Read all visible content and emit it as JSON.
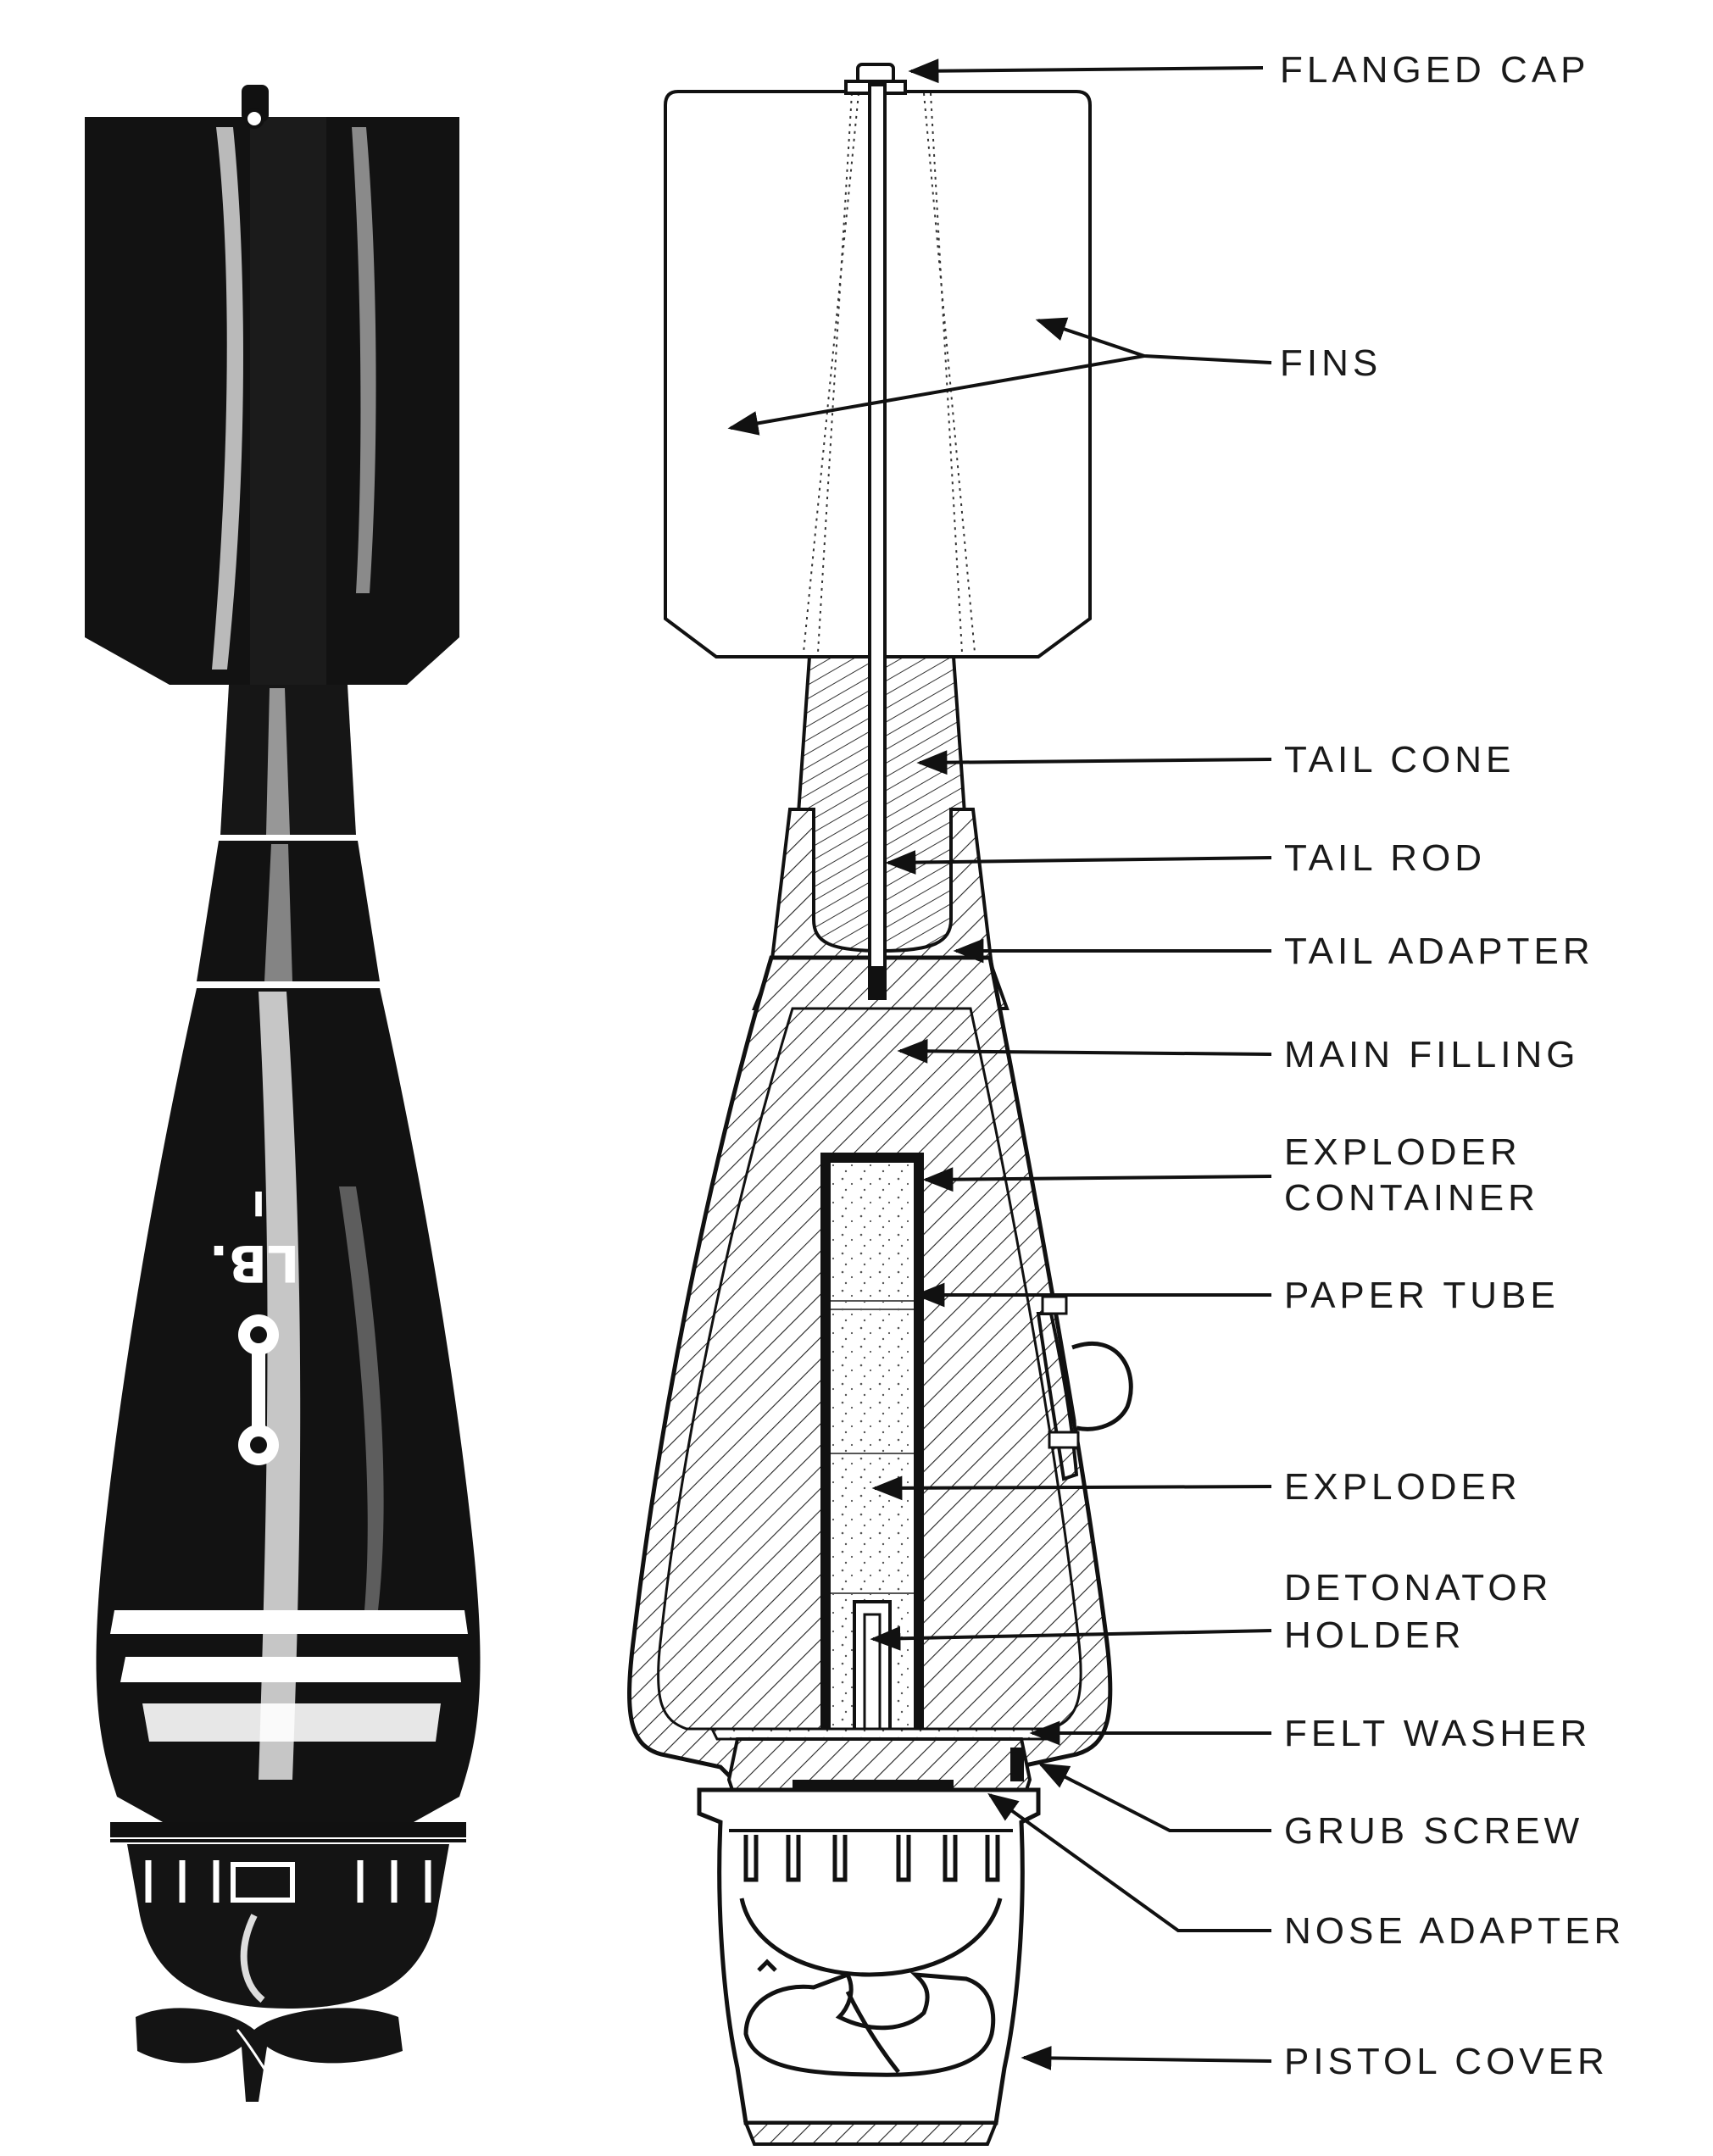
{
  "figure": {
    "labels": [
      {
        "id": "flanged-cap",
        "lines": [
          "FLANGED CAP"
        ]
      },
      {
        "id": "fins",
        "lines": [
          "FINS"
        ]
      },
      {
        "id": "tail-cone",
        "lines": [
          "TAIL CONE"
        ]
      },
      {
        "id": "tail-rod",
        "lines": [
          "TAIL ROD"
        ]
      },
      {
        "id": "tail-adapter",
        "lines": [
          "TAIL ADAPTER"
        ]
      },
      {
        "id": "main-filling",
        "lines": [
          "MAIN FILLING"
        ]
      },
      {
        "id": "exploder-container",
        "lines": [
          "EXPLODER",
          "CONTAINER"
        ]
      },
      {
        "id": "paper-tube",
        "lines": [
          "PAPER TUBE"
        ]
      },
      {
        "id": "exploder",
        "lines": [
          "EXPLODER"
        ]
      },
      {
        "id": "detonator-holder",
        "lines": [
          "DETONATOR",
          "HOLDER"
        ]
      },
      {
        "id": "felt-washer",
        "lines": [
          "FELT WASHER"
        ]
      },
      {
        "id": "grub-screw",
        "lines": [
          "GRUB SCREW"
        ]
      },
      {
        "id": "nose-adapter",
        "lines": [
          "NOSE ADAPTER"
        ]
      },
      {
        "id": "pistol-cover",
        "lines": [
          "PISTOL COVER"
        ]
      }
    ],
    "body_markings": [
      "LB.",
      "I"
    ],
    "colors": {
      "ink": "#111111",
      "paper": "#ffffff",
      "shade": "#f3f3f3"
    }
  }
}
